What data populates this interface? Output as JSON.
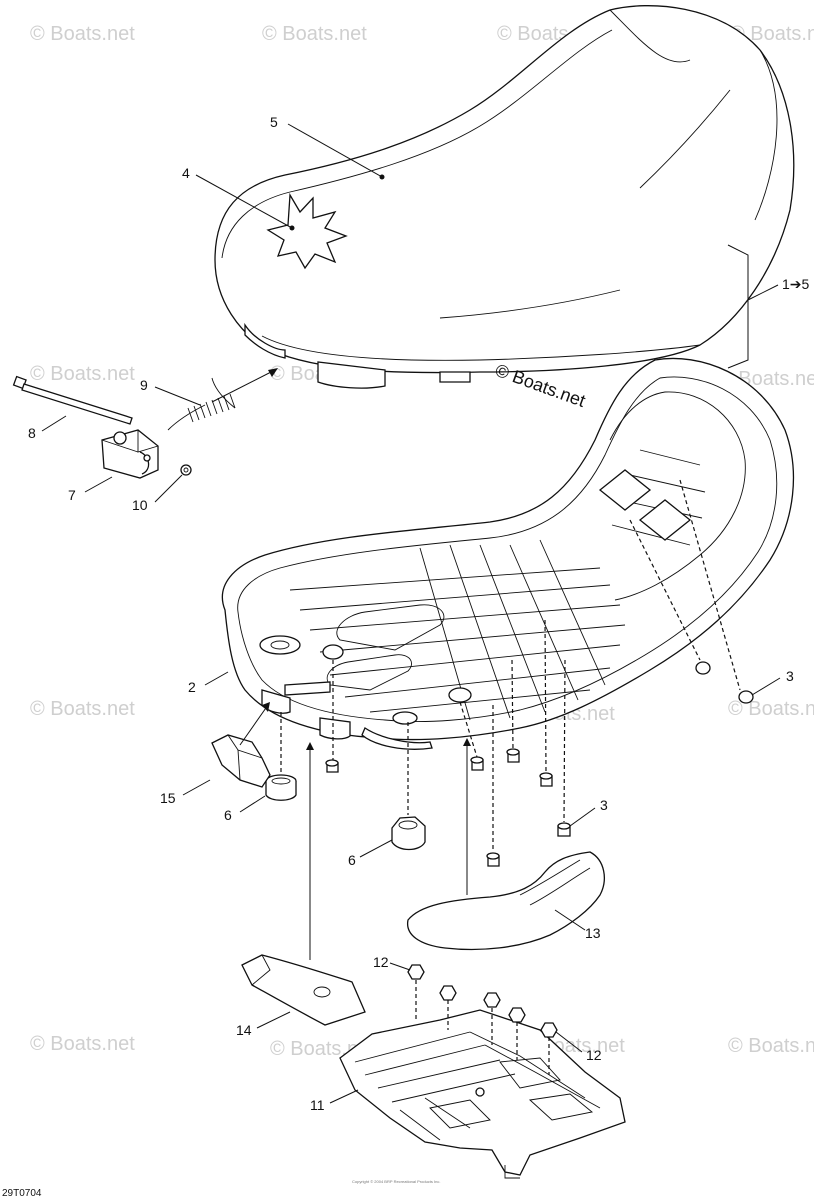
{
  "watermark": {
    "text": "© Boats.net",
    "central_text": "© Boats.net"
  },
  "diagram_code": "29T0704",
  "copyright_note": "Copyright © 2004 BRP Recreational Products Inc.",
  "callouts": [
    {
      "id": "c5",
      "label": "5"
    },
    {
      "id": "c4",
      "label": "4"
    },
    {
      "id": "c1to5",
      "label": "1➔5"
    },
    {
      "id": "c9",
      "label": "9"
    },
    {
      "id": "c8",
      "label": "8"
    },
    {
      "id": "c7",
      "label": "7"
    },
    {
      "id": "c10",
      "label": "10"
    },
    {
      "id": "c2",
      "label": "2"
    },
    {
      "id": "c3a",
      "label": "3"
    },
    {
      "id": "c15",
      "label": "15"
    },
    {
      "id": "c6a",
      "label": "6"
    },
    {
      "id": "c3b",
      "label": "3"
    },
    {
      "id": "c6b",
      "label": "6"
    },
    {
      "id": "c13",
      "label": "13"
    },
    {
      "id": "c12a",
      "label": "12"
    },
    {
      "id": "c14",
      "label": "14"
    },
    {
      "id": "c12b",
      "label": "12"
    },
    {
      "id": "c11",
      "label": "11"
    }
  ]
}
